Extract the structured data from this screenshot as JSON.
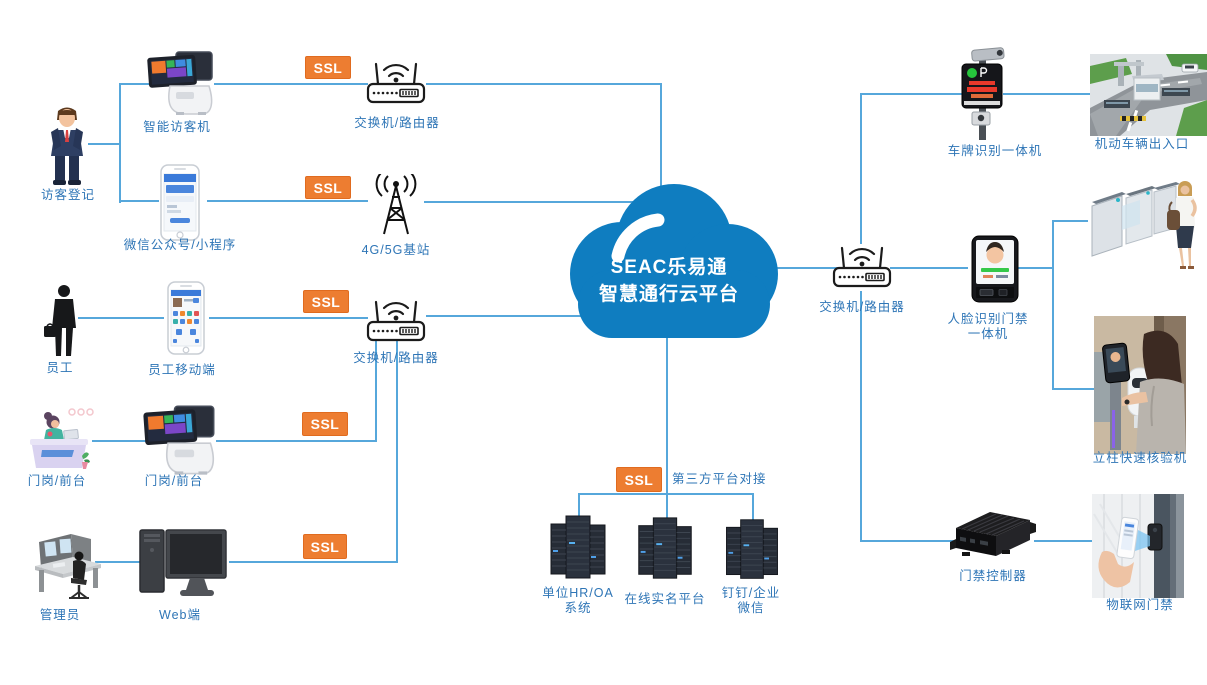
{
  "cloud": {
    "line1": "SEAC乐易通",
    "line2": "智慧通行云平台"
  },
  "ssl_label": "SSL",
  "labels": {
    "visitor": "访客登记",
    "visitor_machine": "智能访客机",
    "wechat_mini": "微信公众号/小程序",
    "switch_router": "交换机/路由器",
    "base_station": "4G/5G基站",
    "employee": "员工",
    "employee_mobile": "员工移动端",
    "frontdesk": "门岗/前台",
    "admin": "管理员",
    "web": "Web端",
    "third_party": "第三方平台对接",
    "hr_oa_1": "单位HR/OA",
    "hr_oa_2": "系统",
    "realname": "在线实名平台",
    "dingtalk_1": "钉钉/企业",
    "dingtalk_2": "微信",
    "plate_machine": "车牌识别一体机",
    "vehicle_entrance": "机动车辆出入口",
    "face_machine_1": "人脸识别门禁",
    "face_machine_2": "一体机",
    "pillar_machine": "立柱快速核验机",
    "door_controller": "门禁控制器",
    "iot_door": "物联网门禁"
  },
  "colors": {
    "connector_line": "#56A7DB",
    "ssl_badge": "#ED7D31",
    "label_text": "#2E75B6",
    "cloud_fill": "#0F7DC0"
  }
}
